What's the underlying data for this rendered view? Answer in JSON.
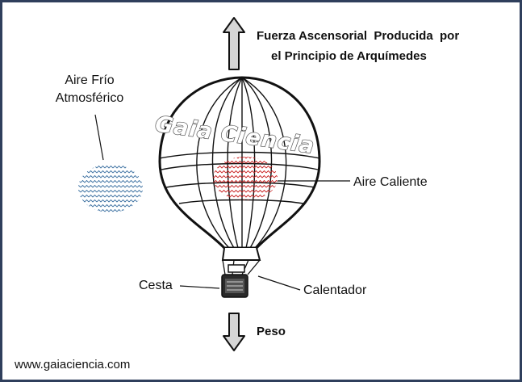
{
  "diagram": {
    "lift_label_line1": "Fuerza Ascensorial  Producida  por",
    "lift_label_line2": "el Principio de Arquímedes",
    "cold_air_line1": "Aire Frío",
    "cold_air_line2": "Atmosférico",
    "hot_air_label": "Aire Caliente",
    "basket_label": "Cesta",
    "heater_label": "Calentador",
    "weight_label": "Peso",
    "watermark": "Gaia Ciencia",
    "website": "www.gaiaciencia.com"
  },
  "colors": {
    "frame": "#2f3f5c",
    "arrow_fill": "#d6d6d6",
    "cold_air": "#3a6fa0",
    "hot_air": "#c81e1e",
    "line": "#111111"
  },
  "icons": {
    "up_arrow": "up-arrow-icon",
    "down_arrow": "down-arrow-icon",
    "balloon": "hot-air-balloon-icon"
  }
}
